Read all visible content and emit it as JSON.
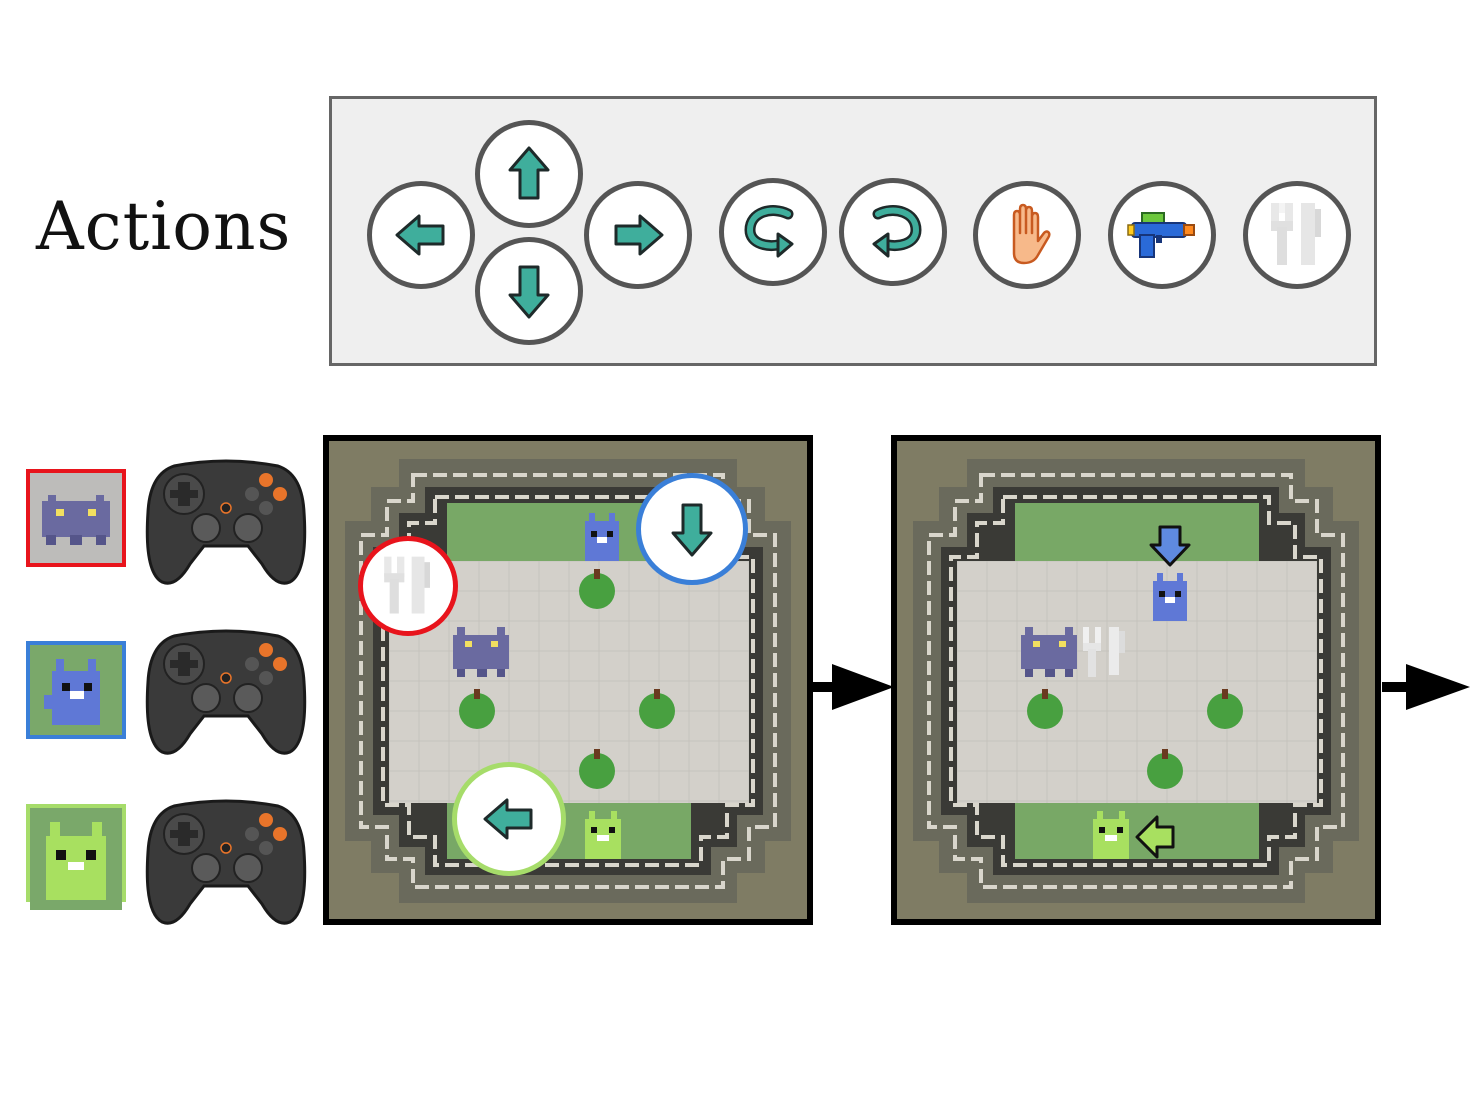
{
  "title": "Actions",
  "actions": [
    {
      "name": "move-left",
      "icon": "left-arrow-icon"
    },
    {
      "name": "move-up",
      "icon": "up-arrow-icon"
    },
    {
      "name": "move-down",
      "icon": "down-arrow-icon"
    },
    {
      "name": "move-right",
      "icon": "right-arrow-icon"
    },
    {
      "name": "rotate-left",
      "icon": "rotate-left-icon"
    },
    {
      "name": "rotate-right",
      "icon": "rotate-right-icon"
    },
    {
      "name": "interact",
      "icon": "hand-icon"
    },
    {
      "name": "fire",
      "icon": "water-gun-icon"
    },
    {
      "name": "eat",
      "icon": "fork-icon"
    }
  ],
  "players": [
    {
      "name": "purple",
      "color": "#e8141c",
      "sprite": "#6a6aa0"
    },
    {
      "name": "blue",
      "color": "#3a7fd8",
      "sprite": "#5f78d6"
    },
    {
      "name": "green",
      "color": "#a6dc6a",
      "sprite": "#a8e060"
    }
  ],
  "colors": {
    "teal_arrow": "#3fae9c",
    "board_wall": "#7f7c64",
    "floor": "#d3d0ca",
    "grass": "#78a866",
    "tree": "#48a040"
  }
}
